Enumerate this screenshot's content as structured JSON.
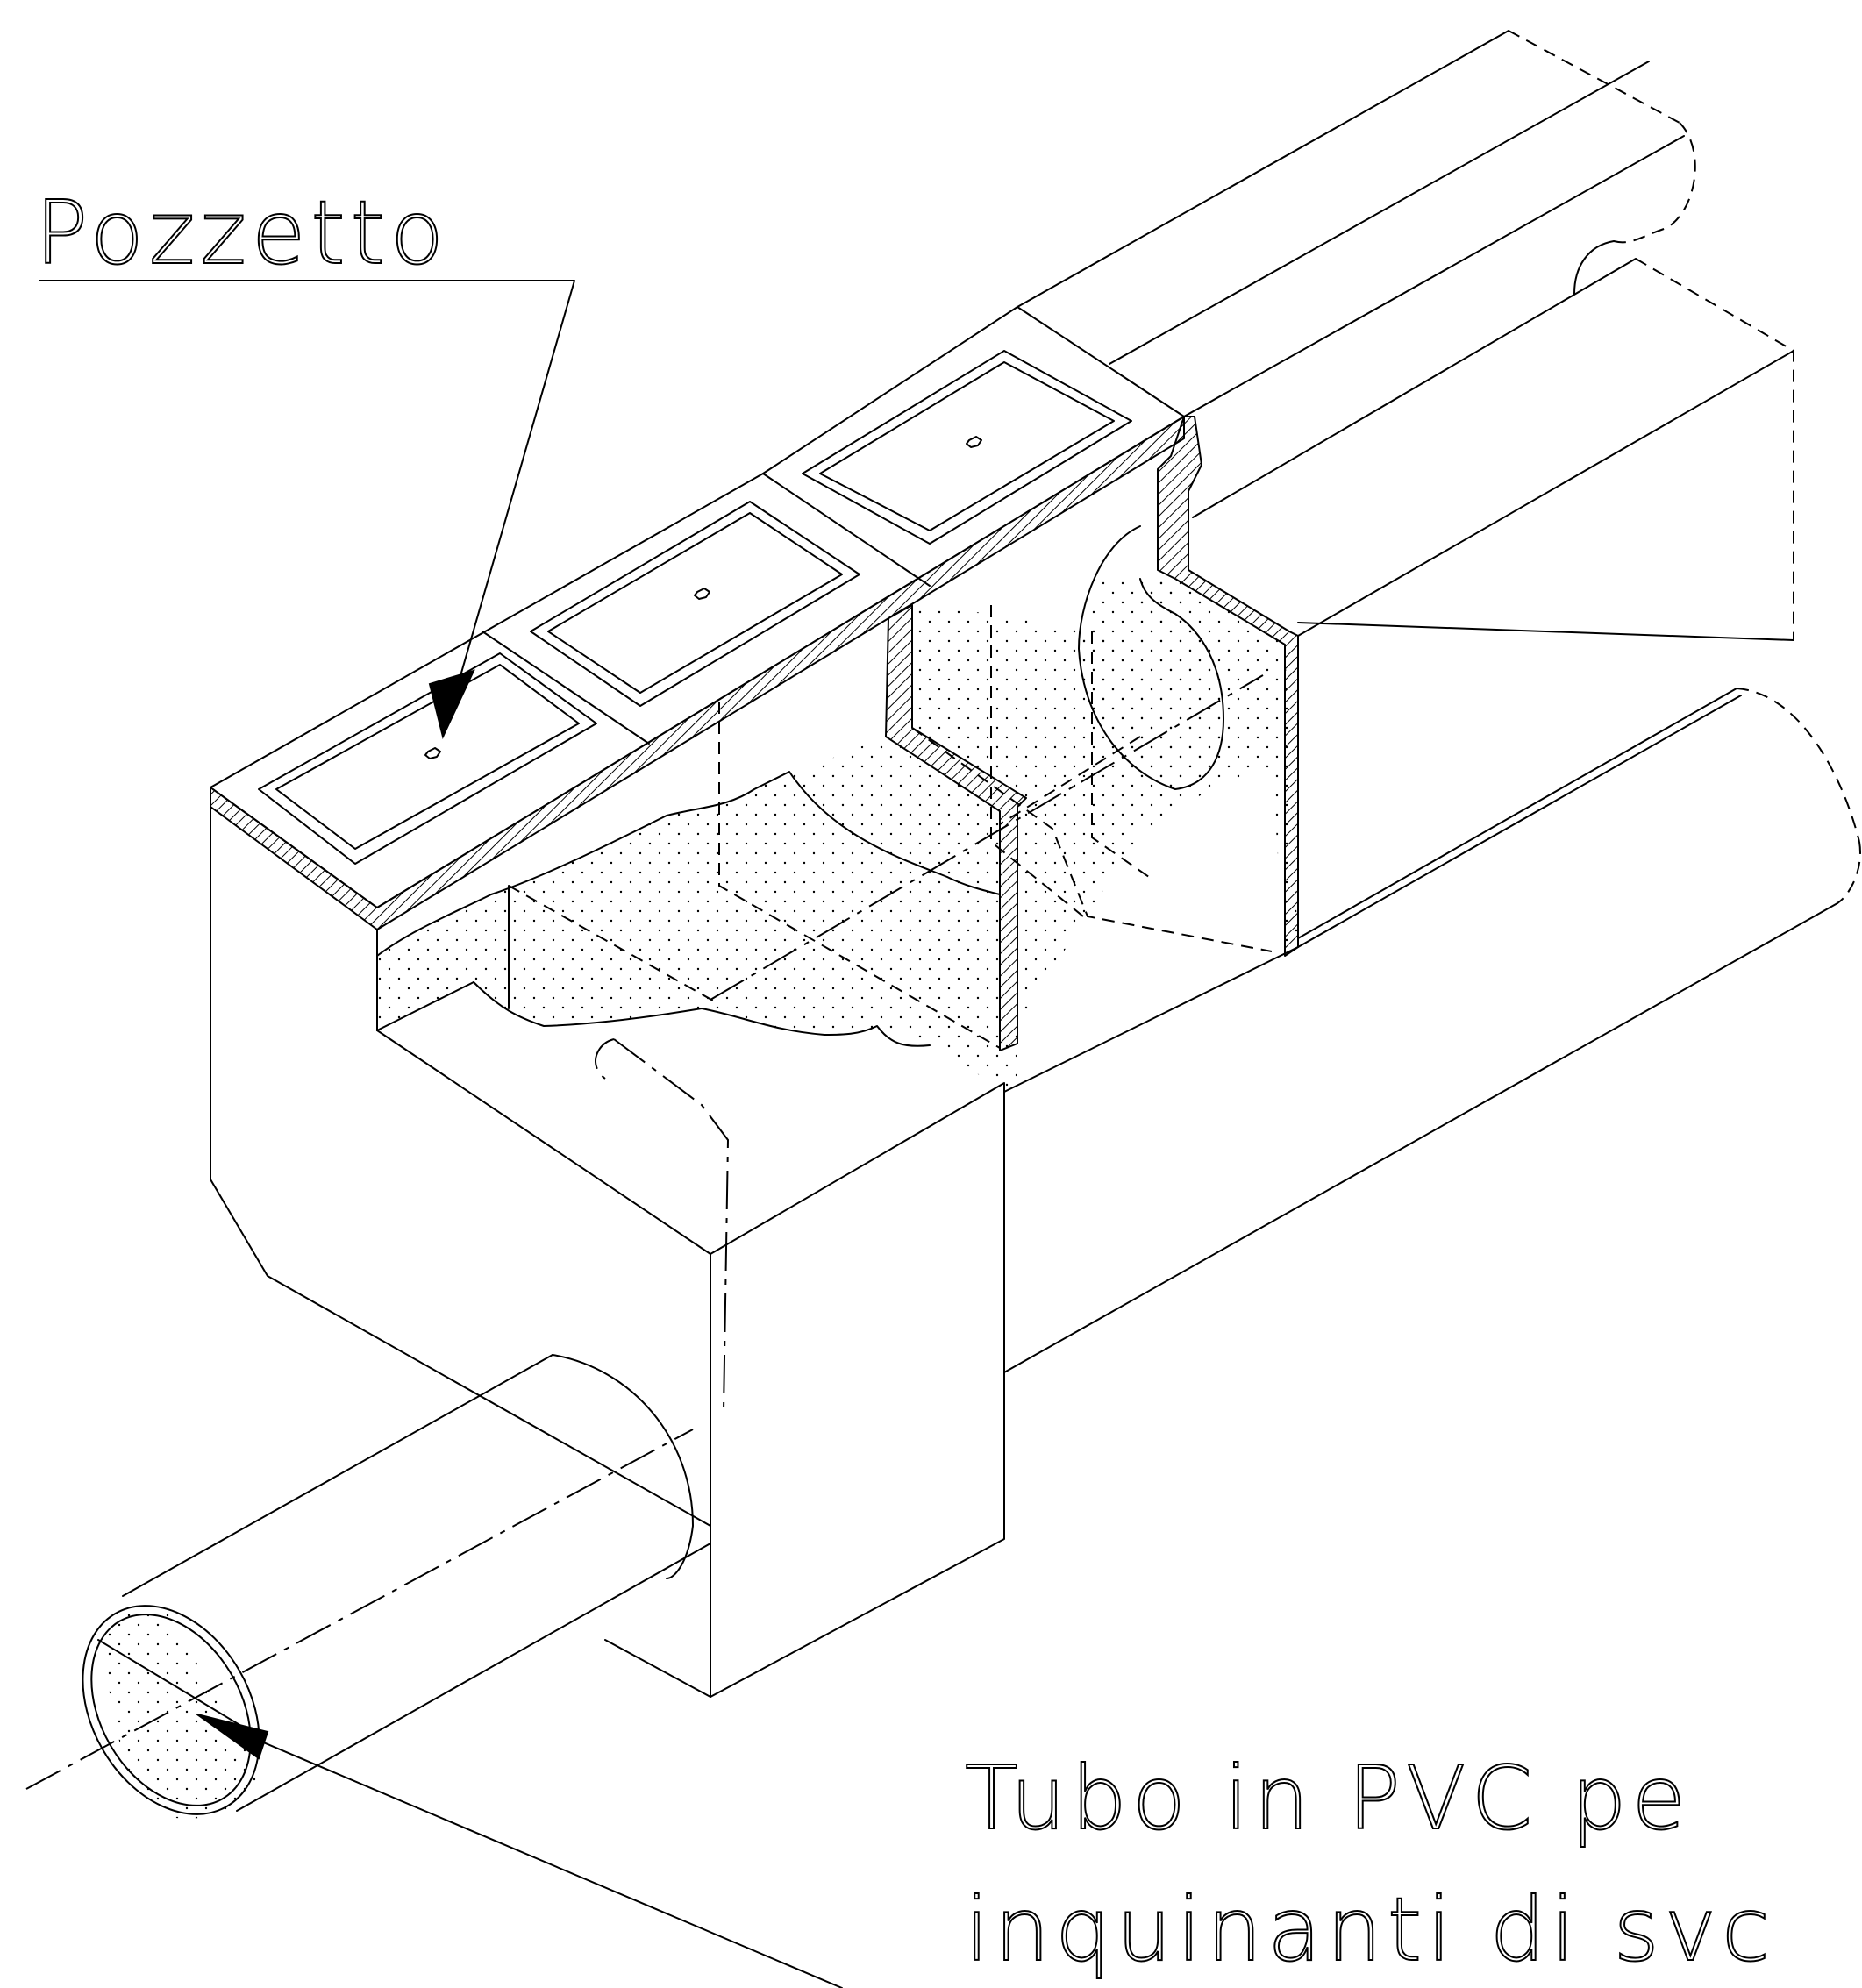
{
  "labels": {
    "top_callout": "Pozzetto",
    "bottom_callout_line1": "Tubo in PVC pe",
    "bottom_callout_line2": "inquinanti di svc"
  }
}
